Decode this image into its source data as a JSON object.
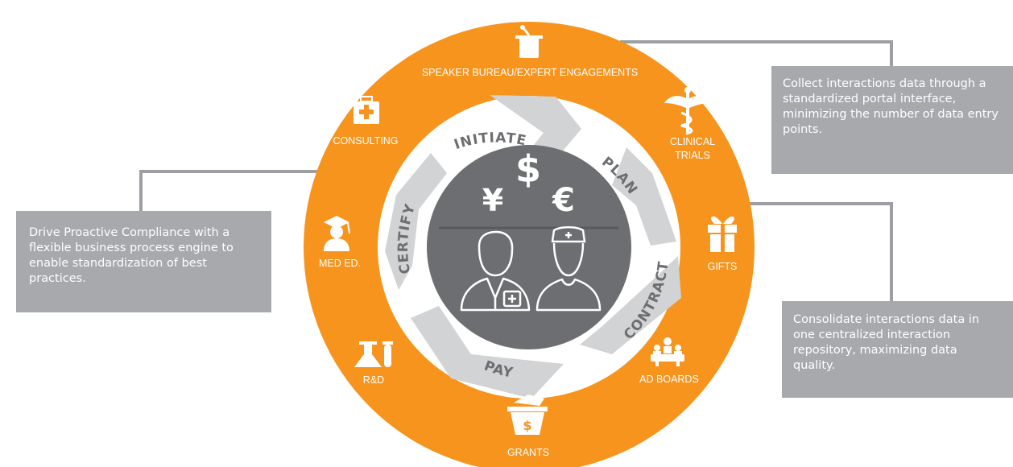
{
  "colors": {
    "orange": "#f7941d",
    "dark_gray": "#6d6e71",
    "light_gray": "#d1d3d4",
    "callout_gray": "#a7a9ac",
    "line_gray": "#9d9fa2",
    "white": "#ffffff"
  },
  "outer_ring": {
    "items": [
      {
        "id": "speaker",
        "label": "SPEAKER BUREAU/EXPERT ENGAGEMENTS",
        "icon": "podium-icon"
      },
      {
        "id": "clinical",
        "label_lines": [
          "CLINICAL",
          "TRIALS"
        ],
        "icon": "caduceus-icon"
      },
      {
        "id": "gifts",
        "label": "GIFTS",
        "icon": "gift-icon"
      },
      {
        "id": "adboards",
        "label": "AD BOARDS",
        "icon": "meeting-icon"
      },
      {
        "id": "grants",
        "label": "GRANTS",
        "icon": "money-basket-icon"
      },
      {
        "id": "rnd",
        "label": "R&D",
        "icon": "lab-flask-icon"
      },
      {
        "id": "meded",
        "label": "MED ED.",
        "icon": "graduate-icon"
      },
      {
        "id": "consulting",
        "label": "CONSULTING",
        "icon": "medical-bag-icon"
      }
    ]
  },
  "process_steps": [
    {
      "id": "initiate",
      "label": "INITIATE"
    },
    {
      "id": "plan",
      "label": "PLAN"
    },
    {
      "id": "contract",
      "label": "CONTRACT"
    },
    {
      "id": "pay",
      "label": "PAY"
    },
    {
      "id": "certify",
      "label": "CERTIFY"
    }
  ],
  "center": {
    "currency_symbols": [
      "¥",
      "$",
      "€"
    ],
    "icons": [
      "doctor-icon",
      "nurse-icon"
    ]
  },
  "callouts": {
    "left": "Drive Proactive Compliance with a flexible business process engine to enable standardization of best practices.",
    "top_right": "Collect interactions data through a standardized portal interface, minimizing the number of data entry points.",
    "bottom_right": "Consolidate interactions data in one centralized interaction repository, maximizing data quality."
  }
}
